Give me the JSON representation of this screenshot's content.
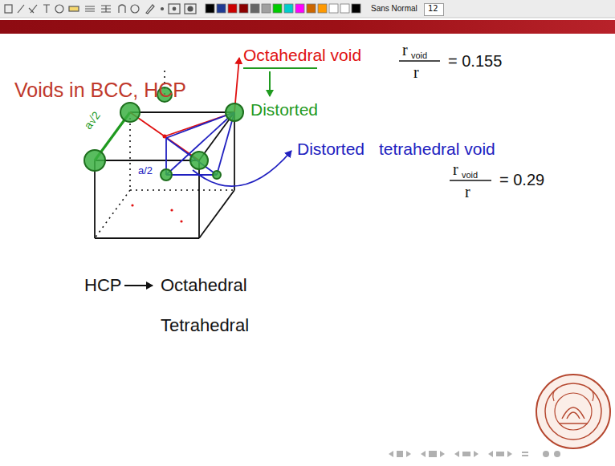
{
  "diagram": {
    "title": "Voids in BCC, HCP",
    "nodes": [
      {
        "text": [
          "12"
        ]
      }
    ],
    "labels": [
      "Sans Normal",
      "a√2",
      "a/2",
      "Octahedral void",
      "r",
      "void",
      "r",
      "= 0.155",
      "Distorted",
      "Distorted",
      "tetrahedral void",
      "r",
      "void",
      "r",
      "= 0.29",
      "HCP",
      "Octahedral",
      "Tetrahedral"
    ]
  }
}
